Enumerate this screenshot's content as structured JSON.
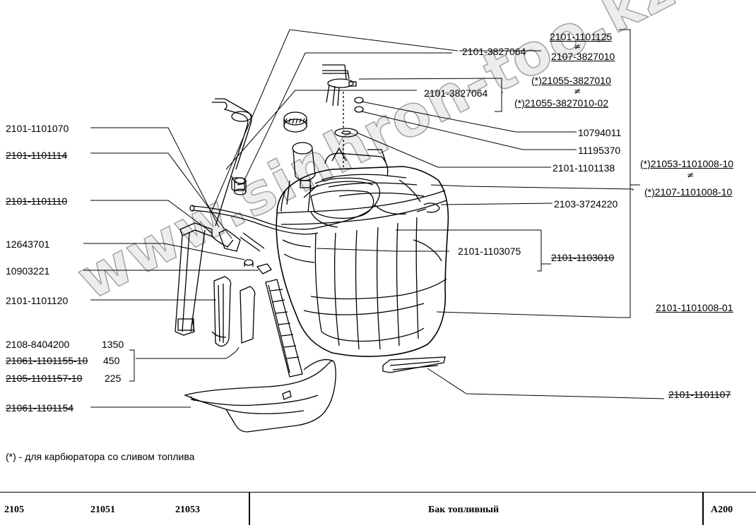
{
  "parts": {
    "p_3827064_top": "2101-3827064",
    "p_1101125": "2101-1101125",
    "ne_a": "≠",
    "p_2107_3827010": "2107-3827010",
    "p_21055_3827010": "(*)21055-3827010",
    "ne_b": "≠",
    "p_21055_3827010_02": "(*)21055-3827010-02",
    "p_3827064_mid": "2101-3827064",
    "p_10794011": "10794011",
    "p_11195370": "11195370",
    "p_1101138": "2101-1101138",
    "p_21053_1101008": "(*)21053-1101008-10",
    "ne_c": "≠",
    "p_2107_1101008": "(*)2107-1101008-10",
    "p_3724220": "2103-3724220",
    "p_1103075": "2101-1103075",
    "p_1103010": "2101-1103010",
    "p_1101008_01": "2101-1101008-01",
    "p_1101107": "2101-1101107",
    "p_1101070": "2101-1101070",
    "p_1101114": "2101-1101114",
    "p_1101110": "2101-1101110",
    "p_12643701": "12643701",
    "p_10903221": "10903221",
    "p_1101120": "2101-1101120",
    "p_8404200": "2108-8404200",
    "q_1350": "1350",
    "p_1101155": "21061-1101155-10",
    "q_450": "450",
    "p_1101157": "2105-1101157-10",
    "q_225": "225",
    "p_1101154": "21061-1101154"
  },
  "note": "(*) - для карбюратора со сливом топлива",
  "watermark": "www.sinhron-too.kz",
  "footer": {
    "model_1": "2105",
    "model_2": "21051",
    "model_3": "21053",
    "title": "Бак топливный",
    "code": "A200"
  }
}
